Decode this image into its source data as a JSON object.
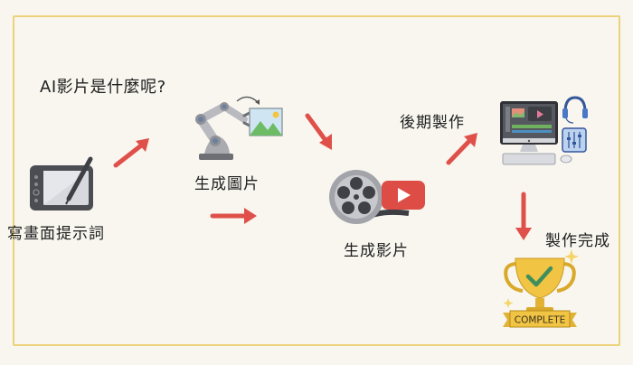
{
  "title": "AI影片是什麼呢?",
  "steps": [
    {
      "id": "prompt",
      "label": "寫畫面提示詞",
      "icon": "drawing-tablet-icon"
    },
    {
      "id": "image",
      "label": "生成圖片",
      "icon": "robot-arm-image-icon"
    },
    {
      "id": "video",
      "label": "生成影片",
      "icon": "film-reel-play-icon"
    },
    {
      "id": "post",
      "label": "後期製作",
      "icon": "editing-workstation-icon"
    },
    {
      "id": "done",
      "label": "製作完成",
      "icon": "trophy-icon"
    }
  ],
  "trophy_banner": "COMPLETE",
  "colors": {
    "frame": "#ecd27a",
    "arrow": "#e0504a",
    "background": "#f8f6ef",
    "gold": "#f2c443",
    "play_red": "#dd4d45"
  }
}
